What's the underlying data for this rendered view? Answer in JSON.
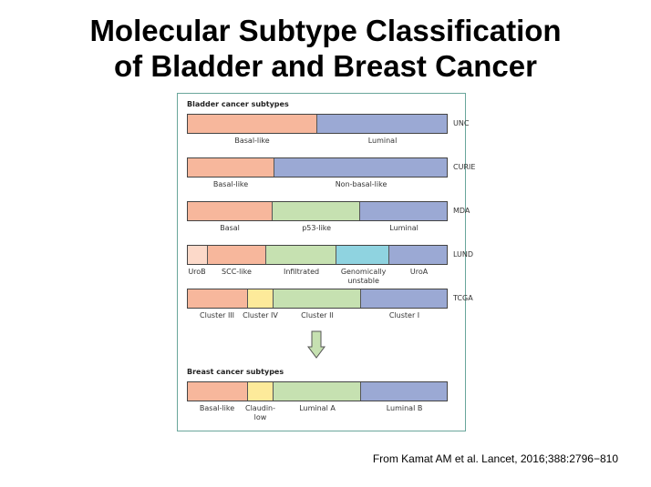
{
  "title": {
    "line1": "Molecular Subtype Classification",
    "line2": "of Bladder and Breast Cancer"
  },
  "figure": {
    "bladder_heading": "Bladder cancer subtypes",
    "breast_heading": "Breast cancer subtypes",
    "colors": {
      "salmon": "#f7b79c",
      "blue": "#9ba9d4",
      "green": "#c6e1b1",
      "yellow": "#fdea9a",
      "cyan": "#8fd3e0",
      "pale_salmon": "#fcd9c9"
    },
    "rows": [
      {
        "name": "UNC",
        "segments": [
          {
            "label": "Basal-like",
            "fraction": 0.5,
            "color": "#f7b79c"
          },
          {
            "label": "Luminal",
            "fraction": 0.5,
            "color": "#9ba9d4"
          }
        ]
      },
      {
        "name": "CURIE",
        "segments": [
          {
            "label": "Basal-like",
            "fraction": 0.336,
            "color": "#f7b79c"
          },
          {
            "label": "Non-basal-like",
            "fraction": 0.664,
            "color": "#9ba9d4"
          }
        ]
      },
      {
        "name": "MDA",
        "segments": [
          {
            "label": "Basal",
            "fraction": 0.329,
            "color": "#f7b79c"
          },
          {
            "label": "p53-like",
            "fraction": 0.336,
            "color": "#c6e1b1"
          },
          {
            "label": "Luminal",
            "fraction": 0.335,
            "color": "#9ba9d4"
          }
        ]
      },
      {
        "name": "LUND",
        "segments": [
          {
            "label": "UroB",
            "fraction": 0.077,
            "color": "#fcd9c9"
          },
          {
            "label": "SCC-like",
            "fraction": 0.227,
            "color": "#f7b79c"
          },
          {
            "label": "Infiltrated",
            "fraction": 0.27,
            "color": "#c6e1b1"
          },
          {
            "label": "Genomically\nunstable",
            "fraction": 0.206,
            "color": "#8fd3e0"
          },
          {
            "label": "UroA",
            "fraction": 0.22,
            "color": "#9ba9d4"
          }
        ]
      },
      {
        "name": "TCGA",
        "segments": [
          {
            "label": "Cluster III",
            "fraction": 0.231,
            "color": "#f7b79c"
          },
          {
            "label": "Cluster IV",
            "fraction": 0.101,
            "color": "#fdea9a"
          },
          {
            "label": "Cluster II",
            "fraction": 0.336,
            "color": "#c6e1b1"
          },
          {
            "label": "Cluster I",
            "fraction": 0.332,
            "color": "#9ba9d4"
          }
        ]
      }
    ],
    "breast_row": {
      "segments": [
        {
          "label": "Basal-like",
          "fraction": 0.231,
          "color": "#f7b79c"
        },
        {
          "label": "Claudin-\nlow",
          "fraction": 0.101,
          "color": "#fdea9a"
        },
        {
          "label": "Luminal A",
          "fraction": 0.336,
          "color": "#c6e1b1"
        },
        {
          "label": "Luminal B",
          "fraction": 0.332,
          "color": "#9ba9d4"
        }
      ]
    }
  },
  "citation": "From Kamat AM et al. Lancet, 2016;388:2796−810"
}
